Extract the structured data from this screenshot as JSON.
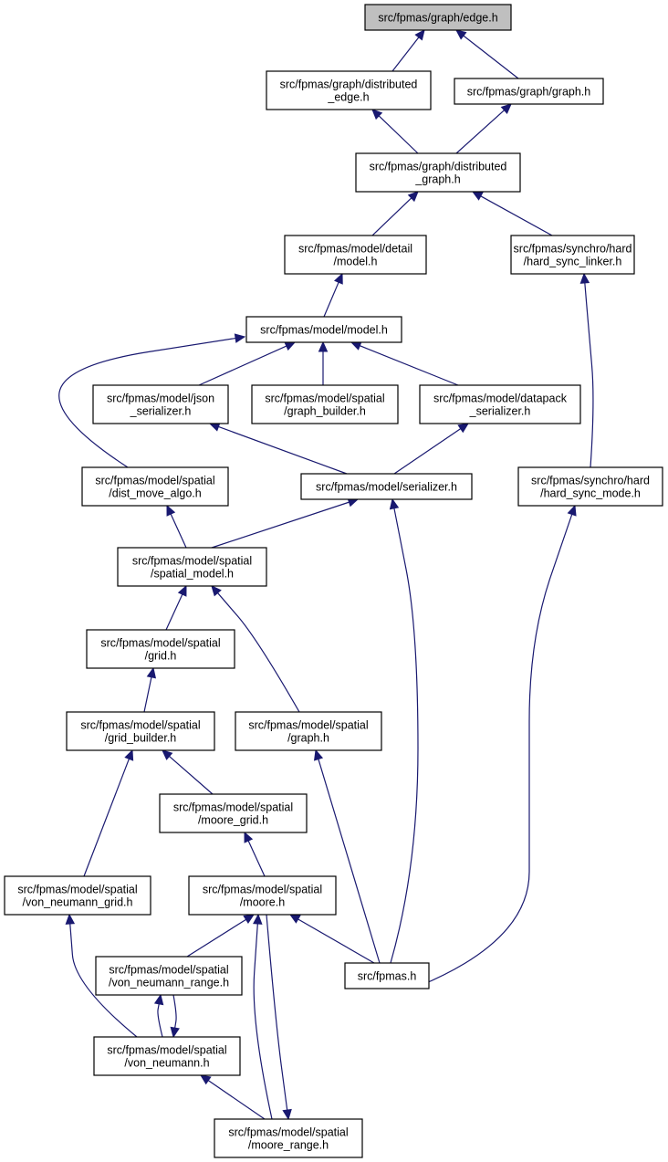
{
  "diagram": {
    "colors": {
      "edge": "#191970",
      "root_fill": "#bfbfbf",
      "node_fill": "#ffffff",
      "border": "#000000"
    },
    "nodes": [
      {
        "id": "edge",
        "lines": [
          "src/fpmas/graph/edge.h"
        ]
      },
      {
        "id": "distributed_edge",
        "lines": [
          "src/fpmas/graph/distributed",
          "_edge.h"
        ]
      },
      {
        "id": "graph",
        "lines": [
          "src/fpmas/graph/graph.h"
        ]
      },
      {
        "id": "distributed_graph",
        "lines": [
          "src/fpmas/graph/distributed",
          "_graph.h"
        ]
      },
      {
        "id": "detail_model",
        "lines": [
          "src/fpmas/model/detail",
          "/model.h"
        ]
      },
      {
        "id": "hard_sync_linker",
        "lines": [
          "src/fpmas/synchro/hard",
          "/hard_sync_linker.h"
        ]
      },
      {
        "id": "model",
        "lines": [
          "src/fpmas/model/model.h"
        ]
      },
      {
        "id": "json_serializer",
        "lines": [
          "src/fpmas/model/json",
          "_serializer.h"
        ]
      },
      {
        "id": "graph_builder",
        "lines": [
          "src/fpmas/model/spatial",
          "/graph_builder.h"
        ]
      },
      {
        "id": "datapack_serializer",
        "lines": [
          "src/fpmas/model/datapack",
          "_serializer.h"
        ]
      },
      {
        "id": "dist_move_algo",
        "lines": [
          "src/fpmas/model/spatial",
          "/dist_move_algo.h"
        ]
      },
      {
        "id": "serializer",
        "lines": [
          "src/fpmas/model/serializer.h"
        ]
      },
      {
        "id": "hard_sync_mode",
        "lines": [
          "src/fpmas/synchro/hard",
          "/hard_sync_mode.h"
        ]
      },
      {
        "id": "spatial_model",
        "lines": [
          "src/fpmas/model/spatial",
          "/spatial_model.h"
        ]
      },
      {
        "id": "grid",
        "lines": [
          "src/fpmas/model/spatial",
          "/grid.h"
        ]
      },
      {
        "id": "grid_builder",
        "lines": [
          "src/fpmas/model/spatial",
          "/grid_builder.h"
        ]
      },
      {
        "id": "spatial_graph",
        "lines": [
          "src/fpmas/model/spatial",
          "/graph.h"
        ]
      },
      {
        "id": "moore_grid",
        "lines": [
          "src/fpmas/model/spatial",
          "/moore_grid.h"
        ]
      },
      {
        "id": "von_neumann_grid",
        "lines": [
          "src/fpmas/model/spatial",
          "/von_neumann_grid.h"
        ]
      },
      {
        "id": "moore",
        "lines": [
          "src/fpmas/model/spatial",
          "/moore.h"
        ]
      },
      {
        "id": "von_neumann_range",
        "lines": [
          "src/fpmas/model/spatial",
          "/von_neumann_range.h"
        ]
      },
      {
        "id": "fpmas",
        "lines": [
          "src/fpmas.h"
        ]
      },
      {
        "id": "von_neumann",
        "lines": [
          "src/fpmas/model/spatial",
          "/von_neumann.h"
        ]
      },
      {
        "id": "moore_range",
        "lines": [
          "src/fpmas/model/spatial",
          "/moore_range.h"
        ]
      }
    ],
    "edges": [
      {
        "from": "distributed_edge",
        "to": "edge"
      },
      {
        "from": "graph",
        "to": "edge"
      },
      {
        "from": "distributed_graph",
        "to": "distributed_edge"
      },
      {
        "from": "distributed_graph",
        "to": "graph"
      },
      {
        "from": "detail_model",
        "to": "distributed_graph"
      },
      {
        "from": "hard_sync_linker",
        "to": "distributed_graph"
      },
      {
        "from": "model",
        "to": "detail_model"
      },
      {
        "from": "hard_sync_mode",
        "to": "hard_sync_linker"
      },
      {
        "from": "json_serializer",
        "to": "model"
      },
      {
        "from": "graph_builder",
        "to": "model"
      },
      {
        "from": "datapack_serializer",
        "to": "model"
      },
      {
        "from": "dist_move_algo",
        "to": "model"
      },
      {
        "from": "serializer",
        "to": "json_serializer"
      },
      {
        "from": "serializer",
        "to": "datapack_serializer"
      },
      {
        "from": "spatial_model",
        "to": "dist_move_algo"
      },
      {
        "from": "spatial_model",
        "to": "serializer"
      },
      {
        "from": "fpmas",
        "to": "serializer"
      },
      {
        "from": "fpmas",
        "to": "hard_sync_mode"
      },
      {
        "from": "grid",
        "to": "spatial_model"
      },
      {
        "from": "spatial_graph",
        "to": "spatial_model"
      },
      {
        "from": "grid_builder",
        "to": "grid"
      },
      {
        "from": "fpmas",
        "to": "spatial_graph"
      },
      {
        "from": "von_neumann_grid",
        "to": "grid_builder"
      },
      {
        "from": "moore_grid",
        "to": "grid_builder"
      },
      {
        "from": "moore",
        "to": "moore_grid"
      },
      {
        "from": "von_neumann",
        "to": "von_neumann_grid"
      },
      {
        "from": "von_neumann_range",
        "to": "moore"
      },
      {
        "from": "fpmas",
        "to": "moore"
      },
      {
        "from": "moore_range",
        "to": "moore"
      },
      {
        "from": "moore",
        "to": "moore_range"
      },
      {
        "from": "von_neumann",
        "to": "von_neumann_range"
      },
      {
        "from": "von_neumann_range",
        "to": "von_neumann"
      },
      {
        "from": "moore_range",
        "to": "von_neumann"
      }
    ]
  }
}
